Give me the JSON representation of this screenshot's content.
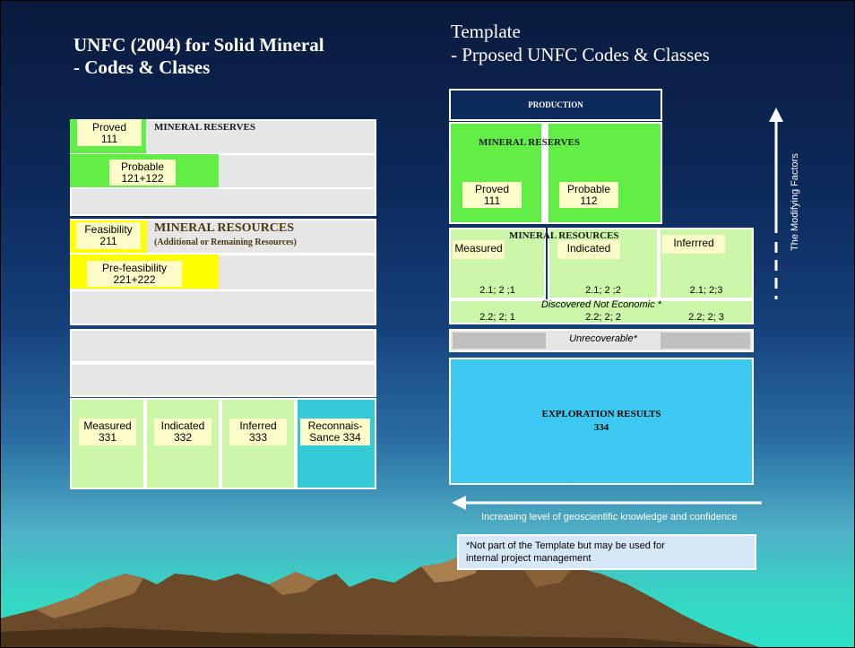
{
  "left": {
    "title_line1": "UNFC (2004) for Solid Mineral",
    "title_line2": "- Codes & Clases",
    "proved": {
      "name": "Proved",
      "code": "111"
    },
    "mineral_reserves": "MINERAL RESERVES",
    "probable": {
      "name": "Probable",
      "code": "121+122"
    },
    "feasibility": {
      "name": "Feasibility",
      "code": "211"
    },
    "mineral_resources": "MINERAL RESOURCES",
    "resources_sub": "(Additional or Remaining Resources)",
    "prefeas": {
      "name": "Pre-feasibility",
      "code": "221+222"
    },
    "bottom": [
      {
        "name": "Measured",
        "code": "331"
      },
      {
        "name": "Indicated",
        "code": "332"
      },
      {
        "name": "Inferred",
        "code": "333"
      },
      {
        "name": "Reconnais-",
        "code": "Sance  334"
      }
    ]
  },
  "right": {
    "title_line1": "Template",
    "title_line2": "- Prposed UNFC Codes & Classes",
    "production": "PRODUCTION",
    "mineral_reserves": "MINERAL RESERVES",
    "proved": {
      "name": "Proved",
      "code": "111"
    },
    "probable": {
      "name": "Probable",
      "code": "112"
    },
    "mineral_resources": "MINERAL RESOURCES",
    "measured": "Measured",
    "indicated": "Indicated",
    "inferred": "Inferrred",
    "codes_economic": [
      "2.1; 2 ;1",
      "2.1; 2 ;2",
      "2.1; 2;3"
    ],
    "discovered": "Discovered Not Economic *",
    "codes_not_economic": [
      "2.2; 2; 1",
      "2.2; 2; 2",
      "2.2; 2; 3"
    ],
    "unrecoverable": "Unrecoverable*",
    "exploration": "EXPLORATION RESULTS",
    "exploration_code": "334",
    "modifying": "The Modifying Factors",
    "increasing": "Increasing level of geoscientific knowledge and confidence",
    "note_line1": "*Not part of the Template but may be used for",
    "note_line2": "internal project management"
  },
  "colors": {
    "background_top": "#0a1a3c",
    "background_bottom": "#2ee0c8",
    "green": "#62ee46",
    "light_green": "#ccf7a8",
    "yellow": "#ffff00",
    "cyan": "#33ccd6",
    "sky_blue": "#3cc8f0",
    "mountain": "#6b4a2a"
  }
}
